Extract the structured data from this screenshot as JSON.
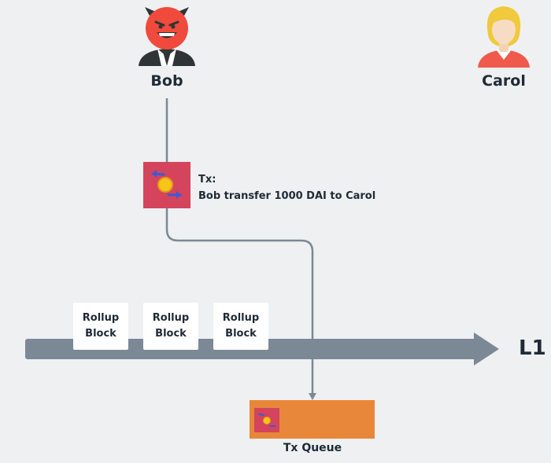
{
  "people": [
    {
      "name": "Bob",
      "icon": "devil-avatar-icon"
    },
    {
      "name": "Carol",
      "icon": "woman-avatar-icon"
    }
  ],
  "transaction": {
    "title": "Tx:",
    "description": "Bob transfer 1000 DAI to Carol",
    "icon": "transfer-coin-icon"
  },
  "chain": {
    "label": "L1",
    "blocks": [
      {
        "line1": "Rollup",
        "line2": "Block"
      },
      {
        "line1": "Rollup",
        "line2": "Block"
      },
      {
        "line1": "Rollup",
        "line2": "Block"
      }
    ]
  },
  "queue": {
    "label": "Tx Queue"
  },
  "colors": {
    "background": "#eef0f2",
    "chain_arrow": "#7b8896",
    "tx_box": "#d4445c",
    "queue_box": "#e8873a",
    "coin": "#f5c518",
    "arrow_blue": "#3a5bd9"
  }
}
